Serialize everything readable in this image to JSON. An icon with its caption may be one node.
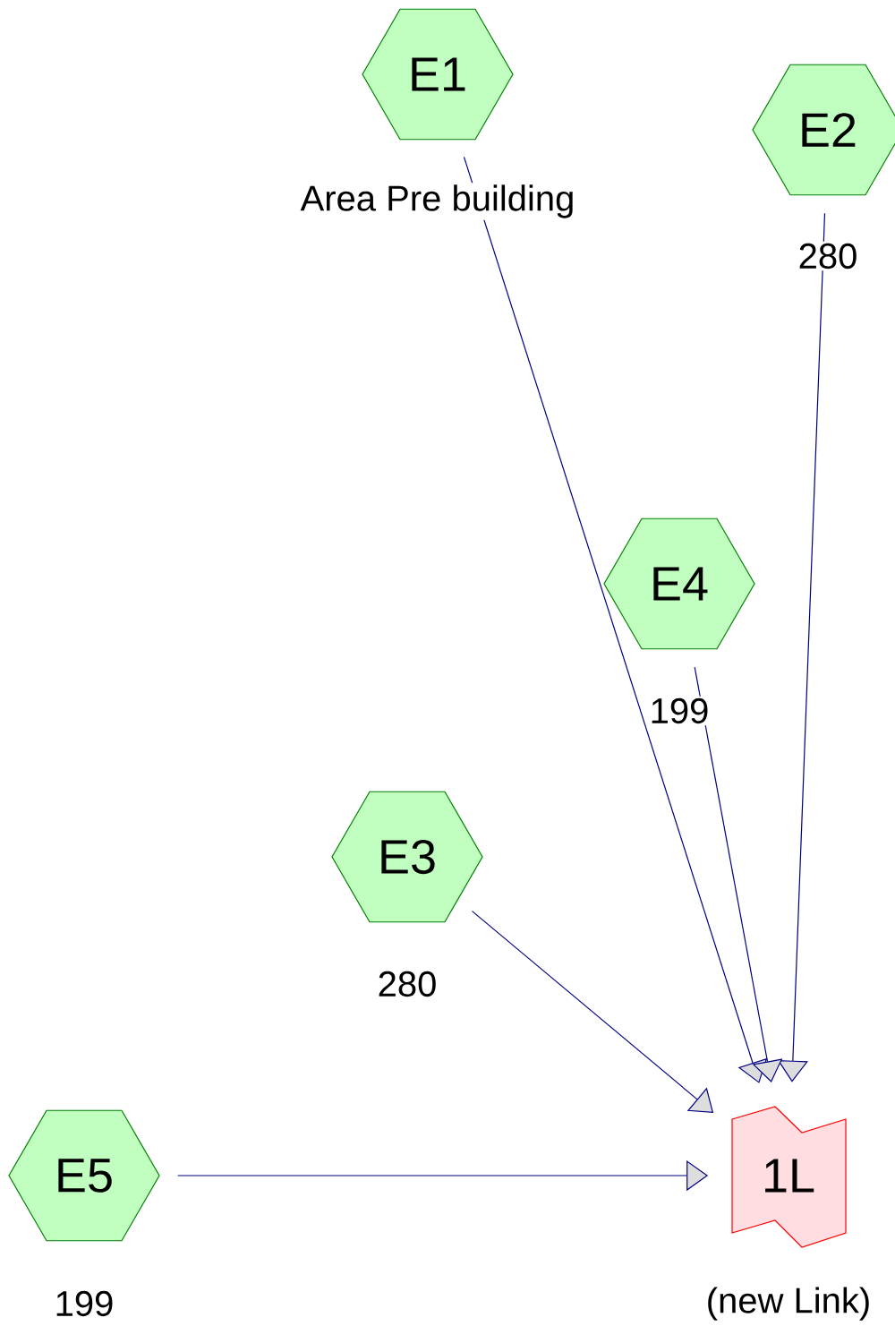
{
  "diagram": {
    "nodes": [
      {
        "text": [
          "E1"
        ],
        "beside": [
          "Area Pre building"
        ]
      },
      {
        "text": [
          "E2"
        ],
        "beside": [
          "280"
        ]
      },
      {
        "text": [
          "E4"
        ],
        "beside": [
          "199"
        ]
      },
      {
        "text": [
          "E3"
        ],
        "beside": [
          "280"
        ]
      },
      {
        "text": [
          "E5"
        ],
        "beside": [
          "199"
        ]
      },
      {
        "text": [
          "1L"
        ],
        "beside": [
          "(new Link)"
        ]
      }
    ],
    "edges": [
      {
        "from": 0,
        "to": 5,
        "arrow": "to"
      },
      {
        "from": 1,
        "to": 5,
        "arrow": "to"
      },
      {
        "from": 2,
        "to": 5,
        "arrow": "to"
      },
      {
        "from": 3,
        "to": 5,
        "arrow": "to"
      },
      {
        "from": 4,
        "to": 5,
        "arrow": "to"
      }
    ]
  }
}
